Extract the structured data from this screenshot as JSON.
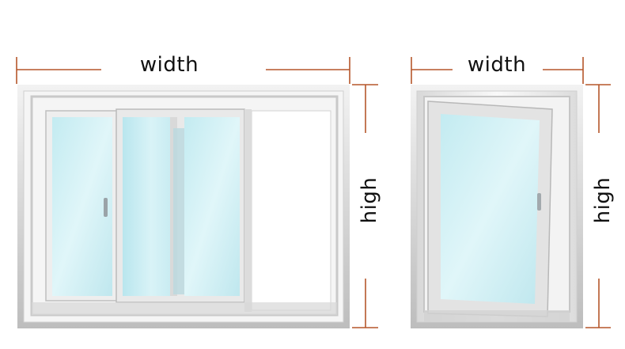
{
  "sliding_window": {
    "width_label": "width",
    "height_label": "high"
  },
  "casement_window": {
    "width_label": "width",
    "height_label": "high"
  },
  "colors": {
    "dimension_line": "#b5572a",
    "frame": "#e6e6e6",
    "glass": "#cdeef3"
  }
}
